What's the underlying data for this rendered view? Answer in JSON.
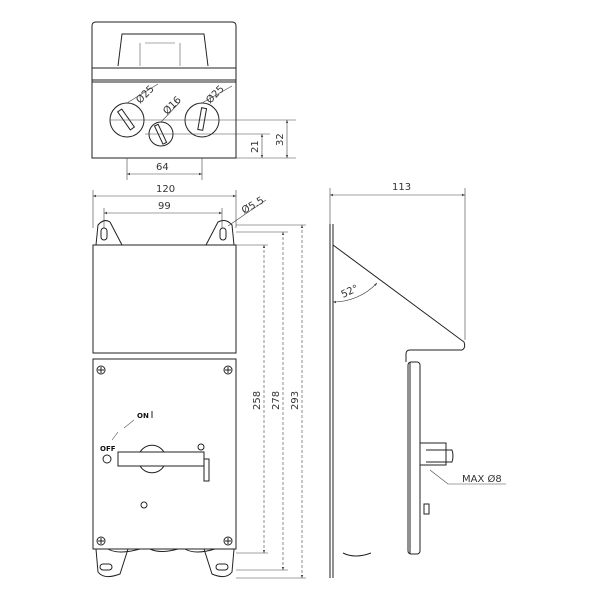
{
  "top_view": {
    "hole_left": "Ø25",
    "hole_middle": "Ø16",
    "hole_right": "Ø25",
    "dim_spacing": "64",
    "dim_height_small": "21",
    "dim_height_large": "32"
  },
  "front_view": {
    "dim_width_overall": "120",
    "dim_width_holes": "99",
    "dim_mount_hole": "Ø5.5",
    "dim_height_body": "258",
    "dim_height_holes": "278",
    "dim_height_overall": "293",
    "switch_on_label": "ON",
    "switch_off_label": "OFF"
  },
  "side_view": {
    "dim_depth": "113",
    "dim_angle": "52°",
    "cable_note": "MAX Ø8"
  }
}
